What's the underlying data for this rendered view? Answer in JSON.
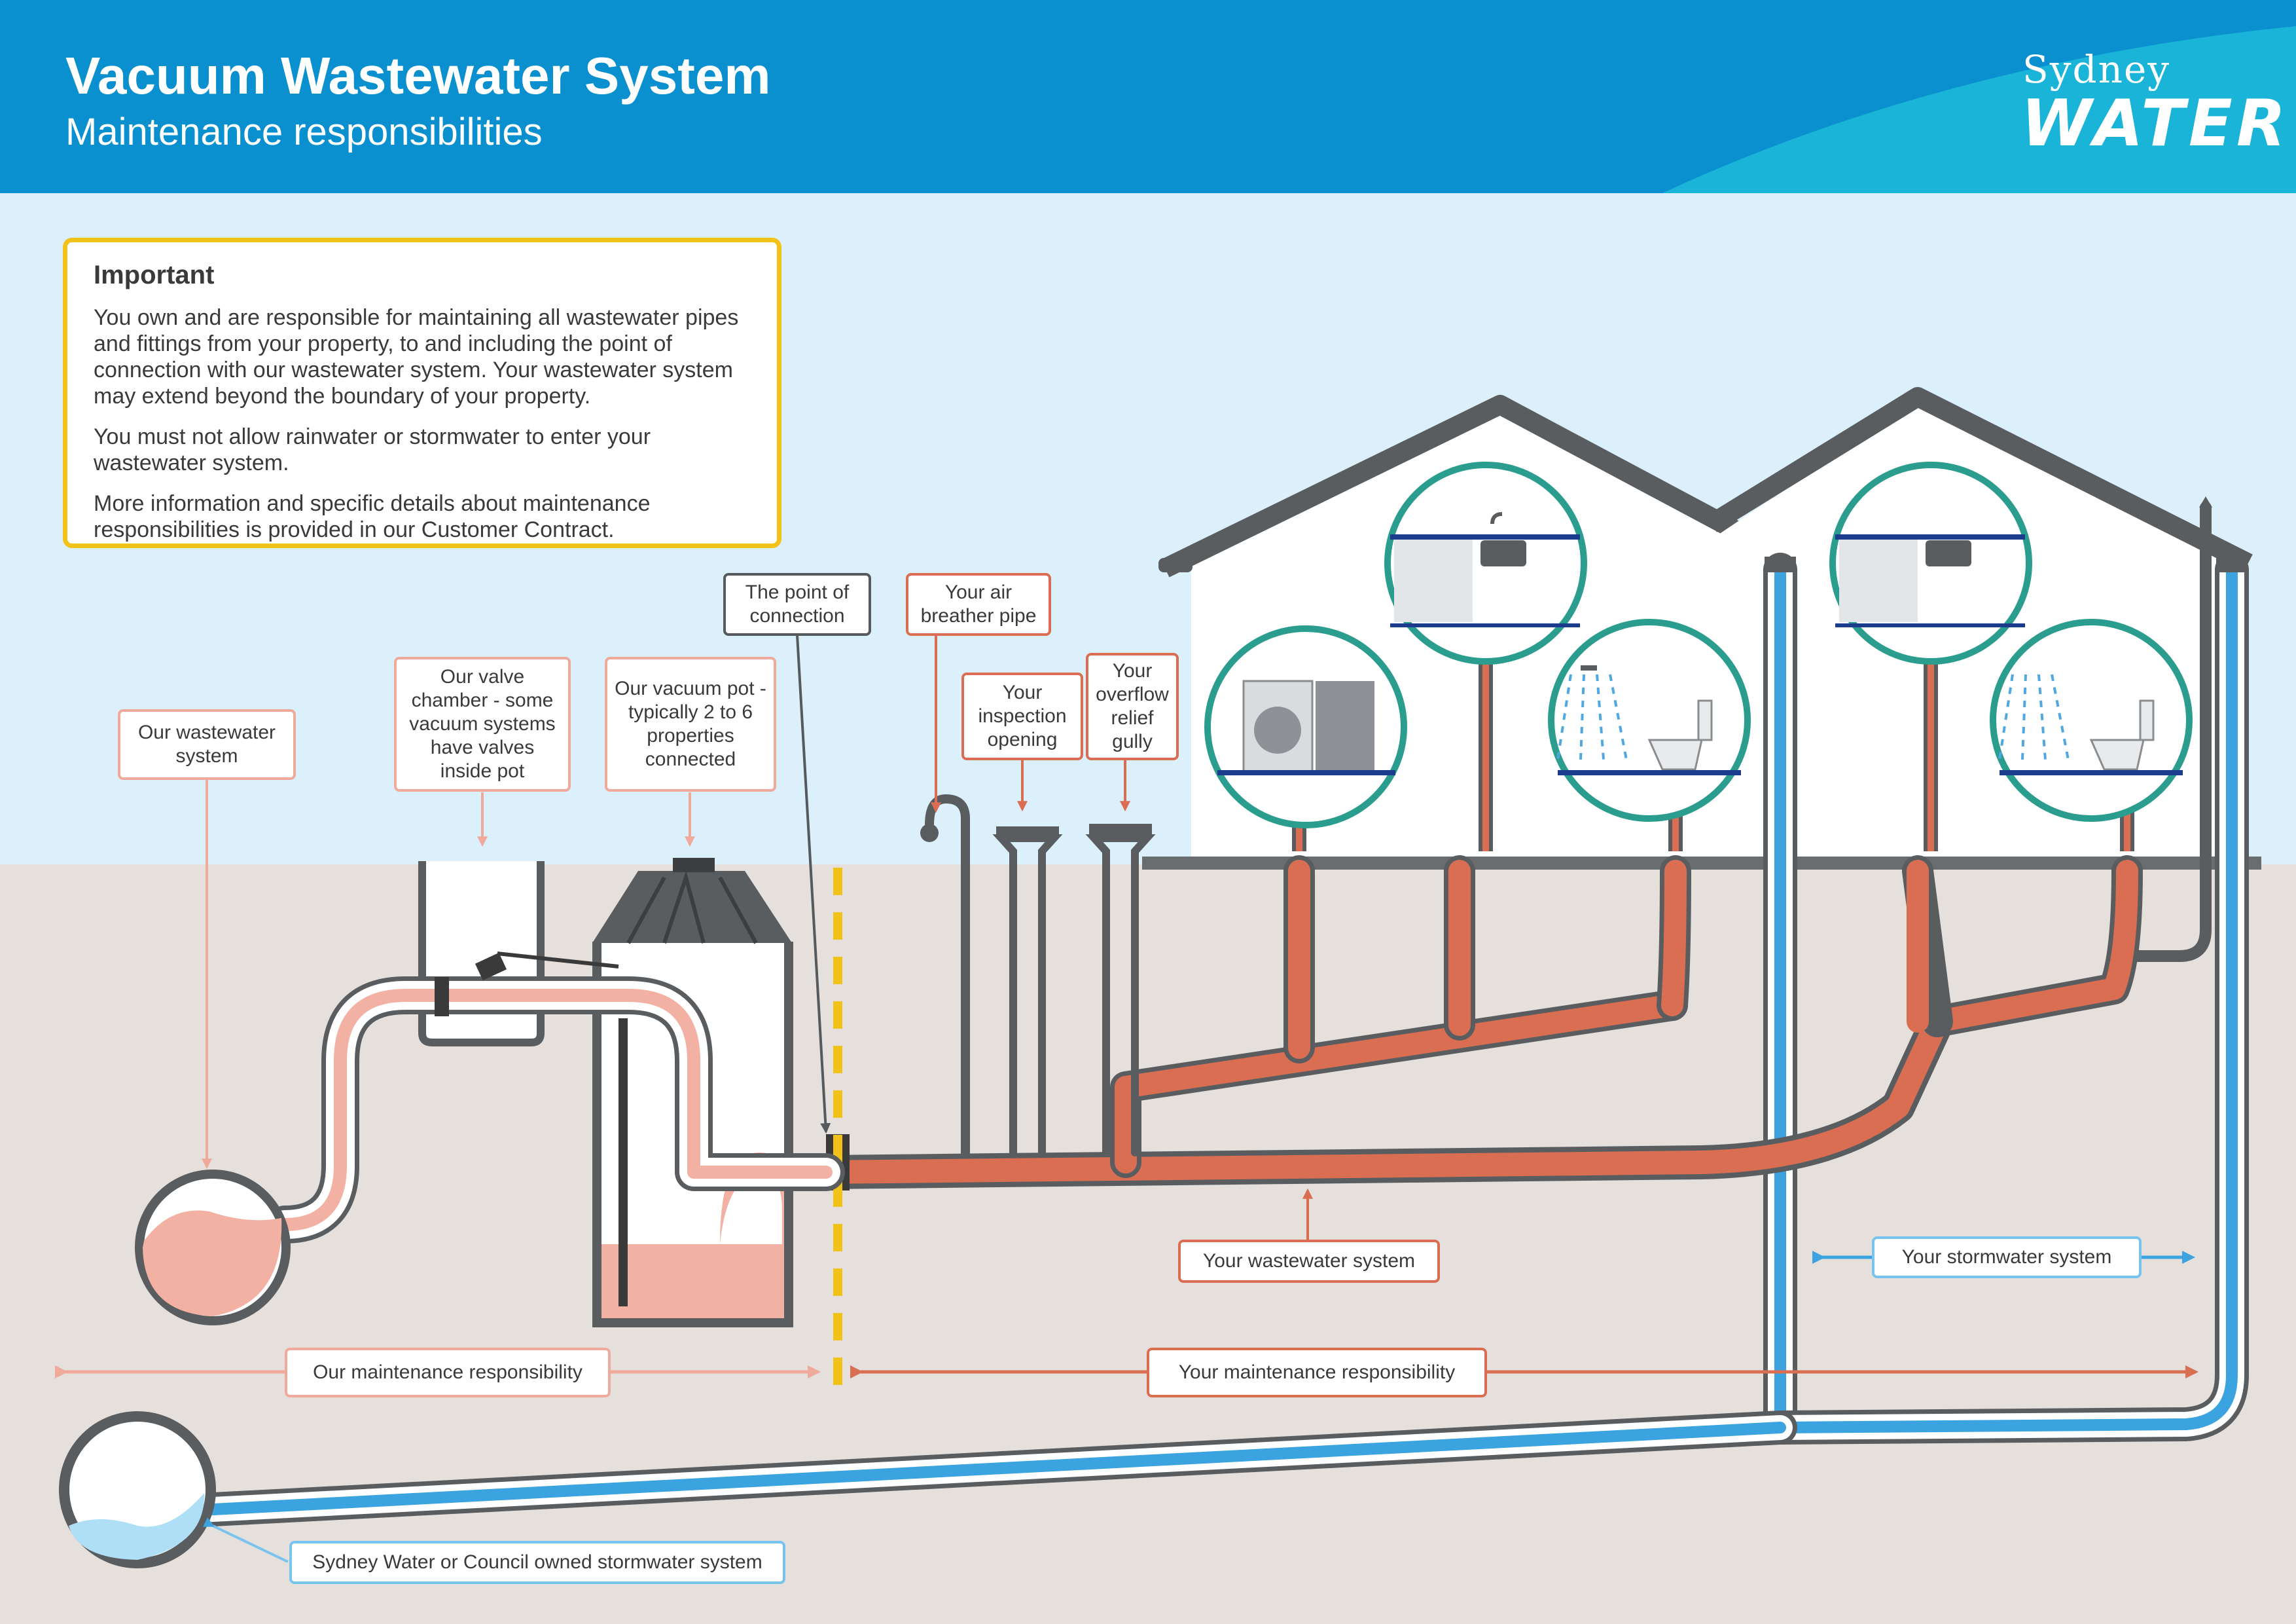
{
  "header": {
    "title": "Vacuum Wastewater System",
    "subtitle": "Maintenance responsibilities",
    "logo_top": "Sydney",
    "logo_bottom": "WATER"
  },
  "important": {
    "heading": "Important",
    "paragraphs": [
      "You own and are responsible for maintaining all wastewater pipes and fittings from your property, to and including the point of connection with our wastewater system. Your wastewater system may extend beyond the boundary of your property.",
      "You must not allow rainwater or stormwater to enter your wastewater system.",
      "More information and specific details about maintenance responsibilities is provided in our Customer Contract."
    ]
  },
  "labels": {
    "our_wastewater_system": "Our wastewater system",
    "valve_chamber": "Our valve chamber - some vacuum systems have valves inside pot",
    "vacuum_pot": "Our vacuum pot - typically 2 to 6 properties connected",
    "point_of_connection": "The point of connection",
    "air_breather": "Your air breather pipe",
    "inspection_opening": "Your inspection opening",
    "overflow_gully": "Your overflow relief gully",
    "your_wastewater_system": "Your wastewater system",
    "your_stormwater_system": "Your stormwater system",
    "our_maintenance": "Our maintenance responsibility",
    "your_maintenance": "Your maintenance responsibility",
    "council_stormwater": "Sydney Water or Council owned stormwater system"
  },
  "colors": {
    "header_blue": "#0a8fcf",
    "header_cyan": "#1ab4d8",
    "sky": "#dcf0fb",
    "ground": "#e6e0dc",
    "pipe_grey": "#5a5d60",
    "wastewater_orange": "#d96e52",
    "our_pink": "#f2b1a2",
    "stormwater_blue": "#3aa3e0",
    "important_border": "#f2c21b",
    "dashed_line": "#f2c21b",
    "fixture_ring": "#2a9d8f"
  }
}
